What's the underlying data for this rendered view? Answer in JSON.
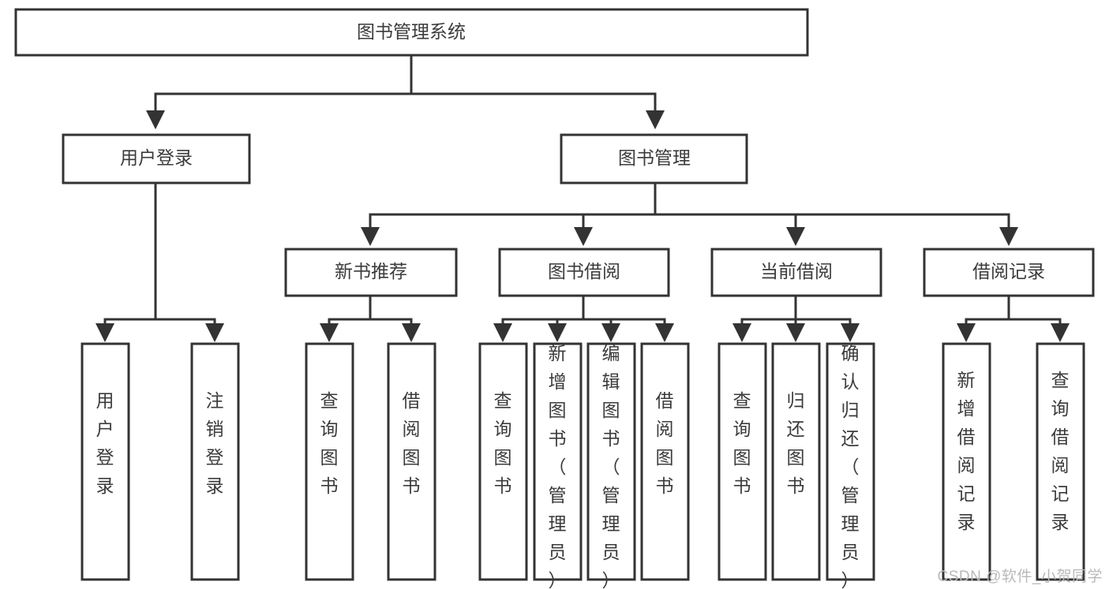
{
  "diagram": {
    "title": "图书管理系统",
    "type": "tree-hierarchy",
    "orientation": "top-down",
    "colors": {
      "box_stroke": "#333333",
      "box_fill": "#ffffff",
      "text": "#3b3b3b",
      "connector": "#333333",
      "background": "#ffffff",
      "watermark": "#b9b9b9"
    },
    "root": {
      "label": "图书管理系统"
    },
    "level2": [
      {
        "label": "用户登录"
      },
      {
        "label": "图书管理"
      }
    ],
    "level3": [
      {
        "label": "新书推荐"
      },
      {
        "label": "图书借阅"
      },
      {
        "label": "当前借阅"
      },
      {
        "label": "借阅记录"
      }
    ],
    "leaves": {
      "user_login": [
        {
          "label": "用户登录"
        },
        {
          "label": "注销登录"
        }
      ],
      "new_book_recommend": [
        {
          "label": "查询图书"
        },
        {
          "label": "借阅图书"
        }
      ],
      "book_borrow": [
        {
          "label": "查询图书"
        },
        {
          "label": "新增图书（管理员）"
        },
        {
          "label": "编辑图书（管理员）"
        },
        {
          "label": "借阅图书"
        }
      ],
      "current_borrow": [
        {
          "label": "查询图书"
        },
        {
          "label": "归还图书"
        },
        {
          "label": "确认归还（管理员）"
        }
      ],
      "borrow_record": [
        {
          "label": "新增借阅记录"
        },
        {
          "label": "查询借阅记录"
        }
      ]
    }
  },
  "watermark": {
    "text": "CSDN @软件_小贺同学"
  }
}
